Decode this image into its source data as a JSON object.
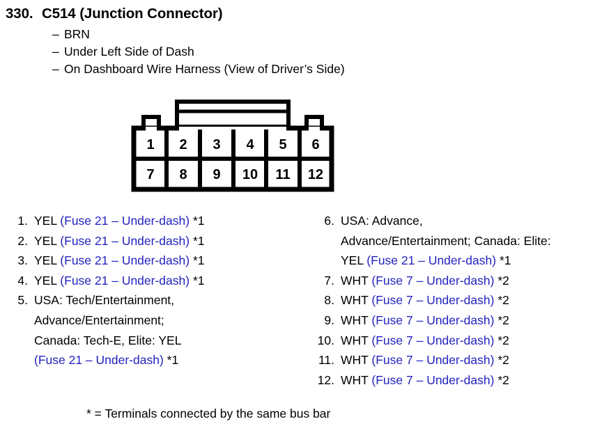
{
  "header": {
    "number": "330.",
    "title": "C514 (Junction Connector)",
    "bullets": [
      {
        "dash": "–",
        "text": "BRN"
      },
      {
        "dash": "–",
        "text": "Under Left Side of Dash"
      },
      {
        "dash": "–",
        "text": "On Dashboard Wire Harness (View of Driver’s Side)"
      }
    ]
  },
  "connector": {
    "name": "junction-connector-12-pin",
    "rows": [
      [
        "1",
        "2",
        "3",
        "4",
        "5",
        "6"
      ],
      [
        "7",
        "8",
        "9",
        "10",
        "11",
        "12"
      ]
    ],
    "pin_labels": {
      "r0c0": "1",
      "r0c1": "2",
      "r0c2": "3",
      "r0c3": "4",
      "r0c4": "5",
      "r0c5": "6",
      "r1c0": "7",
      "r1c1": "8",
      "r1c2": "9",
      "r1c3": "10",
      "r1c4": "11",
      "r1c5": "12"
    }
  },
  "pins_left": [
    {
      "num": "1.",
      "lines": [
        [
          {
            "t": "YEL ",
            "c": "black"
          },
          {
            "t": "(Fuse 21 – Under-dash)",
            "c": "blue"
          },
          {
            "t": " *1",
            "c": "black"
          }
        ]
      ]
    },
    {
      "num": "2.",
      "lines": [
        [
          {
            "t": "YEL ",
            "c": "black"
          },
          {
            "t": "(Fuse 21 – Under-dash)",
            "c": "blue"
          },
          {
            "t": " *1",
            "c": "black"
          }
        ]
      ]
    },
    {
      "num": "3.",
      "lines": [
        [
          {
            "t": "YEL ",
            "c": "black"
          },
          {
            "t": "(Fuse 21 – Under-dash)",
            "c": "blue"
          },
          {
            "t": " *1",
            "c": "black"
          }
        ]
      ]
    },
    {
      "num": "4.",
      "lines": [
        [
          {
            "t": "YEL ",
            "c": "black"
          },
          {
            "t": "(Fuse 21 – Under-dash)",
            "c": "blue"
          },
          {
            "t": " *1",
            "c": "black"
          }
        ]
      ]
    },
    {
      "num": "5.",
      "lines": [
        [
          {
            "t": "USA: Tech/Entertainment,",
            "c": "black"
          }
        ],
        [
          {
            "t": "Advance/Entertainment;",
            "c": "black"
          }
        ],
        [
          {
            "t": "Canada: Tech-E, Elite: YEL",
            "c": "black"
          }
        ],
        [
          {
            "t": "(Fuse 21 – Under-dash)",
            "c": "blue"
          },
          {
            "t": " *1",
            "c": "black"
          }
        ]
      ]
    }
  ],
  "pins_right": [
    {
      "num": "6.",
      "lines": [
        [
          {
            "t": "USA: Advance,",
            "c": "black"
          }
        ],
        [
          {
            "t": "Advance/Entertainment; Canada: Elite:",
            "c": "black"
          }
        ],
        [
          {
            "t": "YEL ",
            "c": "black"
          },
          {
            "t": "(Fuse 21 – Under-dash)",
            "c": "blue"
          },
          {
            "t": " *1",
            "c": "black"
          }
        ]
      ]
    },
    {
      "num": "7.",
      "lines": [
        [
          {
            "t": "WHT ",
            "c": "black"
          },
          {
            "t": "(Fuse 7 – Under-dash)",
            "c": "blue"
          },
          {
            "t": " *2",
            "c": "black"
          }
        ]
      ]
    },
    {
      "num": "8.",
      "lines": [
        [
          {
            "t": "WHT ",
            "c": "black"
          },
          {
            "t": "(Fuse 7 – Under-dash)",
            "c": "blue"
          },
          {
            "t": " *2",
            "c": "black"
          }
        ]
      ]
    },
    {
      "num": "9.",
      "lines": [
        [
          {
            "t": "WHT ",
            "c": "black"
          },
          {
            "t": "(Fuse 7 – Under-dash)",
            "c": "blue"
          },
          {
            "t": " *2",
            "c": "black"
          }
        ]
      ]
    },
    {
      "num": "10.",
      "lines": [
        [
          {
            "t": "WHT ",
            "c": "black"
          },
          {
            "t": "(Fuse 7 – Under-dash)",
            "c": "blue"
          },
          {
            "t": " *2",
            "c": "black"
          }
        ]
      ]
    },
    {
      "num": "11.",
      "lines": [
        [
          {
            "t": "WHT ",
            "c": "black"
          },
          {
            "t": "(Fuse 7 – Under-dash)",
            "c": "blue"
          },
          {
            "t": " *2",
            "c": "black"
          }
        ]
      ]
    },
    {
      "num": "12.",
      "lines": [
        [
          {
            "t": "WHT ",
            "c": "black"
          },
          {
            "t": "(Fuse 7 – Under-dash)",
            "c": "blue"
          },
          {
            "t": " *2",
            "c": "black"
          }
        ]
      ]
    }
  ],
  "footnote": "* = Terminals connected by the same bus bar",
  "colors": {
    "blue": "#2323c0",
    "black": "#000000",
    "background": "#ffffff"
  }
}
